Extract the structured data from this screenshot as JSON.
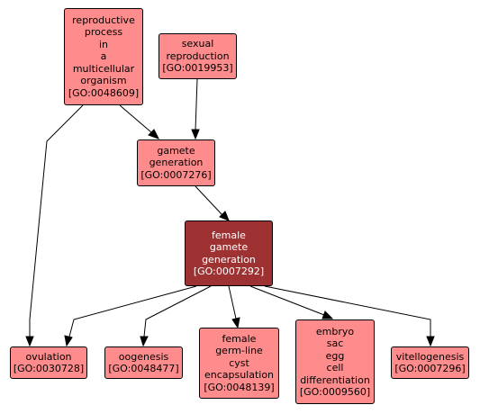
{
  "colors": {
    "node_fill": "#ff8c8c",
    "focus_fill": "#9e3232",
    "focus_text": "#ffffff",
    "border": "#000000",
    "edge": "#000000"
  },
  "nodes": {
    "reproductive": {
      "lines": [
        "reproductive",
        "process",
        "in",
        "a",
        "multicellular",
        "organism",
        "[GO:0048609]"
      ]
    },
    "sexual": {
      "lines": [
        "sexual",
        "reproduction",
        "[GO:0019953]"
      ]
    },
    "gamete": {
      "lines": [
        "gamete",
        "generation",
        "[GO:0007276]"
      ]
    },
    "female_gamete": {
      "lines": [
        "female",
        "gamete",
        "generation",
        "[GO:0007292]"
      ]
    },
    "ovulation": {
      "lines": [
        "ovulation",
        "[GO:0030728]"
      ]
    },
    "oogenesis": {
      "lines": [
        "oogenesis",
        "[GO:0048477]"
      ]
    },
    "cyst": {
      "lines": [
        "female",
        "germ-line",
        "cyst",
        "encapsulation",
        "[GO:0048139]"
      ]
    },
    "embryo": {
      "lines": [
        "embryo",
        "sac",
        "egg",
        "cell",
        "differentiation",
        "[GO:0009560]"
      ]
    },
    "vitellogenesis": {
      "lines": [
        "vitellogenesis",
        "[GO:0007296]"
      ]
    }
  },
  "edges": [
    {
      "from": "reproductive",
      "to": "gamete"
    },
    {
      "from": "reproductive",
      "to": "ovulation"
    },
    {
      "from": "sexual",
      "to": "gamete"
    },
    {
      "from": "gamete",
      "to": "female_gamete"
    },
    {
      "from": "female_gamete",
      "to": "ovulation"
    },
    {
      "from": "female_gamete",
      "to": "oogenesis"
    },
    {
      "from": "female_gamete",
      "to": "cyst"
    },
    {
      "from": "female_gamete",
      "to": "embryo"
    },
    {
      "from": "female_gamete",
      "to": "vitellogenesis"
    }
  ]
}
